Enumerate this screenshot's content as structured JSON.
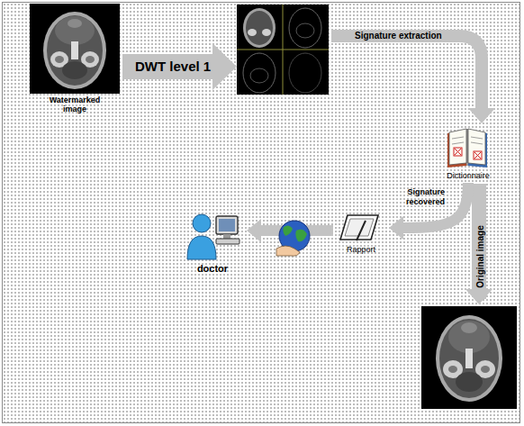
{
  "diagram": {
    "nodes": [
      {
        "text": [
          "Watermarked image"
        ]
      },
      {
        "text": [
          "Dictionnaire"
        ]
      },
      {
        "text": [
          "Rapport"
        ]
      },
      {
        "text": [
          "doctor"
        ]
      }
    ],
    "edges": [
      {
        "from": 1,
        "to": 2,
        "arrow": "to",
        "label": "Signature recovered"
      },
      {
        "from": 2,
        "to": 3,
        "arrow": "to"
      }
    ],
    "labels": [
      "DWT level 1",
      "Signature extraction",
      "Original image"
    ]
  }
}
